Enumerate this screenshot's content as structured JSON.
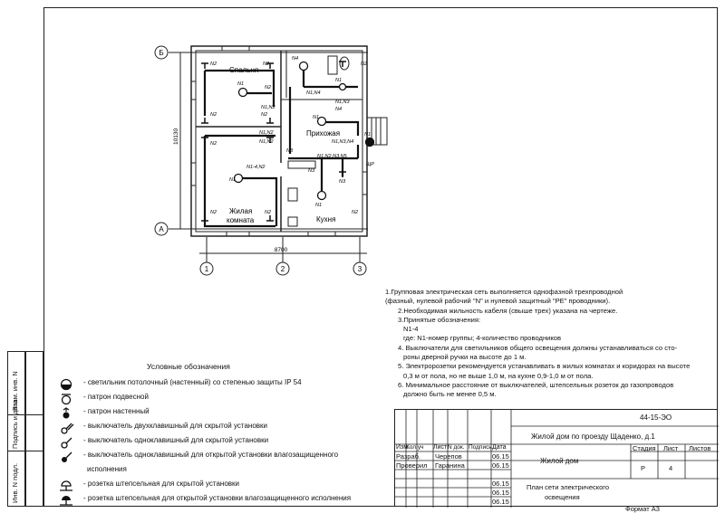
{
  "plan": {
    "axes": {
      "b": "Б",
      "a": "А",
      "n1": "1",
      "n2": "2",
      "n3": "3"
    },
    "dim_h": "8700",
    "dim_v": "10130",
    "rooms": {
      "bedroom": "Спальня",
      "hall": "Прихожая",
      "living_1": "Жилая",
      "living_2": "комната",
      "kitchen": "Кухня"
    },
    "labels": {
      "n2": "N2",
      "n1": "N1",
      "n3": "N3",
      "n4": "N4",
      "n1n2": "N1,N2",
      "n1n3": "N1,N3",
      "n1n4": "N1,N4",
      "n1n2n3n5": "N1,N2,N3,N5",
      "n1n3n4": "N1,N3,N4",
      "n1_4n2": "N1-4,N2",
      "shr": "ЩР",
      "shr_lbl": "Щ",
      "n1n2_b": "N1,N2"
    }
  },
  "notes": [
    "1.Групповая электрическая сеть выполняется однофазной трехпроводной",
    "(фазный, нулевой рабочий \"N\" и нулевой защитный \"PE\" проводники).",
    "2.Необходимая жильность кабеля (свыше трех) указана на чертеже.",
    "3.Принятые обозначения:",
    "N1-4",
    "где: N1-номер группы; 4-количество проводников",
    "4. Выключатели для светильников общего освещения должны устанавливаться со сто-",
    "роны дверной ручки на высоте до 1 м.",
    "5. Электророзетки рекомендуется  устанавливать в жилых комнатах и коридорах на высоте",
    "0,3 м от пола, но не выше 1,0 м, на кухне 0,9-1,0 м от пола.",
    "6. Минимальное расстояние от выключателей, штепсельных розеток до газопроводов",
    "должно быть не менее 0,5 м."
  ],
  "legend": {
    "title": "Условные обозначения",
    "items": [
      "- светильник потолочный (настенный) со степенью защиты IP 54",
      "- патрон подвесной",
      "- патрон настенный",
      "- выключатель двухклавишный для скрытой установки",
      "- выключатель одноклавишный для скрытой установки",
      "- выключатель одноклавишный для открытой установки влагозащищенного",
      "исполнения",
      "- розетка штепсельная для скрытой установки",
      "- розетка штепсельная для открытой установки влагозащищенного исполнения"
    ]
  },
  "sidebar": {
    "inv_vzam": "Взам. инв. N",
    "podpis": "Подпись и дата",
    "inv_podl": "Инв. N подл."
  },
  "titleblock": {
    "code": "44-15-ЭО",
    "project": "Жилой дом по проезду Щаденко, д.1",
    "h_izm": "Изм.",
    "h_kol": "Кол.уч",
    "h_list": "Лист",
    "h_ndok": "N док.",
    "h_podp": "Подпись",
    "h_data": "Дата",
    "r1_role": "Разраб.",
    "r1_name": "Черепов",
    "r1_date": "06.15",
    "r2_role": "Проверил",
    "r2_name": "Гаранина",
    "r2_date": "06.15",
    "date3": "06.15",
    "date4": "06.15",
    "date5": "06.15",
    "building": "Жилой дом",
    "stage_h": "Стадия",
    "sheet_h": "Лист",
    "sheets_h": "Листов",
    "stage": "Р",
    "sheet": "4",
    "drawing_1": "План сети электрического",
    "drawing_2": "освещения",
    "format": "Формат А3"
  }
}
